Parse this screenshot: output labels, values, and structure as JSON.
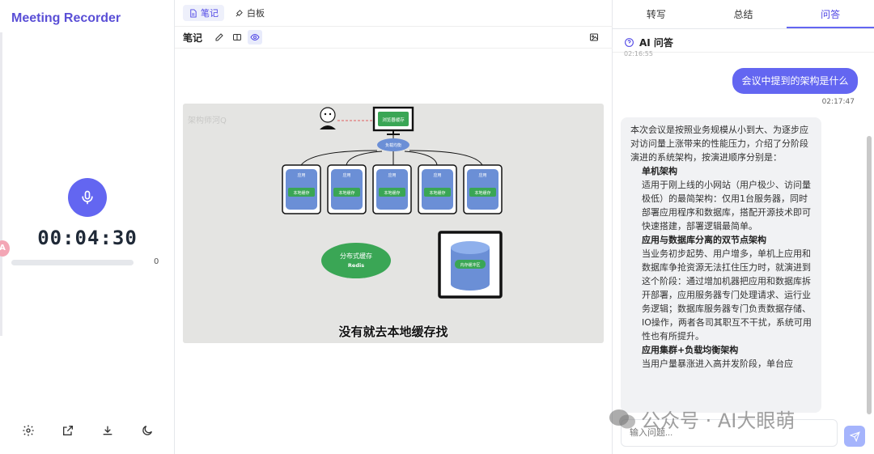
{
  "app": {
    "title": "Meeting Recorder"
  },
  "left": {
    "avatar_letter": "A",
    "timer": "00:04:30",
    "level": "0",
    "progress": 0.0
  },
  "mid": {
    "tabs": [
      {
        "label": "笔记",
        "icon": "document-icon"
      },
      {
        "label": "白板",
        "icon": "brush-icon"
      }
    ],
    "notes_label": "笔记",
    "video": {
      "watermark": "架构师河Q",
      "browser_cache": "浏览器缓存",
      "service": "负载均衡",
      "node_app": "应用",
      "node_cache": "本地缓存",
      "redis_title": "分布式缓存",
      "redis_name": "Redis",
      "memory_cache": "内存缓冲区",
      "subtitle": "没有就去本地缓存找"
    }
  },
  "right": {
    "tabs": [
      "转写",
      "总结",
      "问答"
    ],
    "qa_title": "AI 问答",
    "prev_ts": "02:16:55",
    "user_msg": "会议中提到的架构是什么",
    "user_ts": "02:17:47",
    "ai": {
      "intro": "本次会议是按照业务规模从小到大、为逐步应对访问量上涨带来的性能压力，介绍了分阶段演进的系统架构，按演进顺序分别是：",
      "s1_title": "单机架构",
      "s1_text": "适用于刚上线的小网站（用户极少、访问量极低）的最简架构：仅用1台服务器，同时部署应用程序和数据库，搭配开源技术即可快速搭建，部署逻辑最简单。",
      "s2_title": "应用与数据库分离的双节点架构",
      "s2_text": "当业务初步起势、用户增多，单机上应用和数据库争抢资源无法扛住压力时，就演进到这个阶段：通过增加机器把应用和数据库拆开部署，应用服务器专门处理请求、运行业务逻辑；数据库服务器专门负责数据存储、IO操作，两者各司其职互不干扰，系统可用性也有所提升。",
      "s3_title": "应用集群+负载均衡架构",
      "s3_text": "当用户量暴涨进入高并发阶段，单台应"
    },
    "input_placeholder": "输入问题...",
    "watermark": "公众号 · AI大眼萌"
  }
}
